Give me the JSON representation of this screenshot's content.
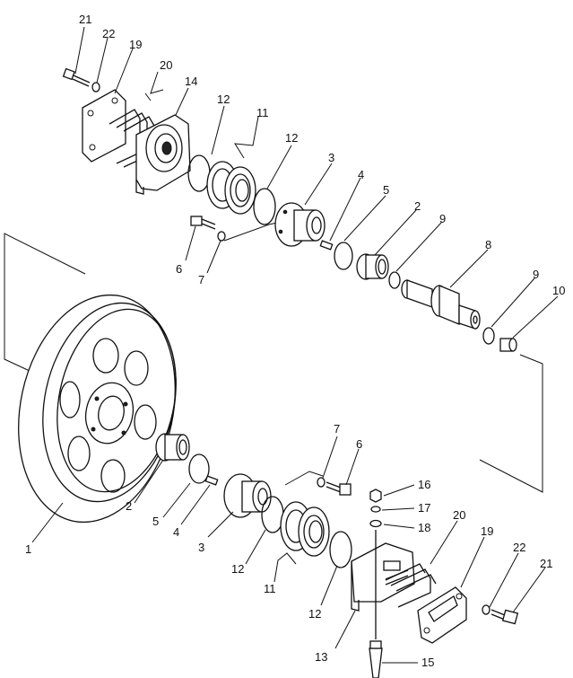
{
  "diagram": {
    "callouts": [
      {
        "id": "c21a",
        "text": "21"
      },
      {
        "id": "c22a",
        "text": "22"
      },
      {
        "id": "c19a",
        "text": "19"
      },
      {
        "id": "c20a",
        "text": "20"
      },
      {
        "id": "c14",
        "text": "14"
      },
      {
        "id": "c12a",
        "text": "12"
      },
      {
        "id": "c11a",
        "text": "11"
      },
      {
        "id": "c12b",
        "text": "12"
      },
      {
        "id": "c3a",
        "text": "3"
      },
      {
        "id": "c4a",
        "text": "4"
      },
      {
        "id": "c5a",
        "text": "5"
      },
      {
        "id": "c2a",
        "text": "2"
      },
      {
        "id": "c9a",
        "text": "9"
      },
      {
        "id": "c8",
        "text": "8"
      },
      {
        "id": "c9b",
        "text": "9"
      },
      {
        "id": "c10",
        "text": "10"
      },
      {
        "id": "c6a",
        "text": "6"
      },
      {
        "id": "c7a",
        "text": "7"
      },
      {
        "id": "c1",
        "text": "1"
      },
      {
        "id": "c2b",
        "text": "2"
      },
      {
        "id": "c5b",
        "text": "5"
      },
      {
        "id": "c4b",
        "text": "4"
      },
      {
        "id": "c3b",
        "text": "3"
      },
      {
        "id": "c7b",
        "text": "7"
      },
      {
        "id": "c6b",
        "text": "6"
      },
      {
        "id": "c16",
        "text": "16"
      },
      {
        "id": "c17",
        "text": "17"
      },
      {
        "id": "c18",
        "text": "18"
      },
      {
        "id": "c20b",
        "text": "20"
      },
      {
        "id": "c19b",
        "text": "19"
      },
      {
        "id": "c22b",
        "text": "22"
      },
      {
        "id": "c21b",
        "text": "21"
      },
      {
        "id": "c12c",
        "text": "12"
      },
      {
        "id": "c11b",
        "text": "11"
      },
      {
        "id": "c12d",
        "text": "12"
      },
      {
        "id": "c13",
        "text": "13"
      },
      {
        "id": "c15",
        "text": "15"
      }
    ]
  }
}
